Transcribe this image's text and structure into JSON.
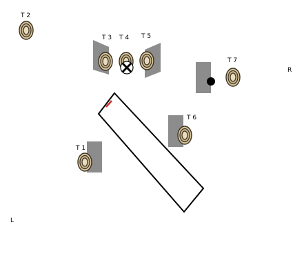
{
  "labels": {
    "t1": "T 1",
    "t2": "T 2",
    "t3": "T 3",
    "t4": "T 4",
    "t5": "T 5",
    "t6": "T 6",
    "t7": "T 7",
    "left": "L",
    "right": "R"
  },
  "colors": {
    "panel": "#8c8c8c",
    "target_outer": "#c8b48a",
    "target_ring": "#3a3020",
    "marker_red": "#d03030",
    "outline": "#000000"
  },
  "icons": {
    "target": "ring-target-icon",
    "crossed_target": "x-marked-target-icon",
    "dot": "black-dot-icon"
  }
}
